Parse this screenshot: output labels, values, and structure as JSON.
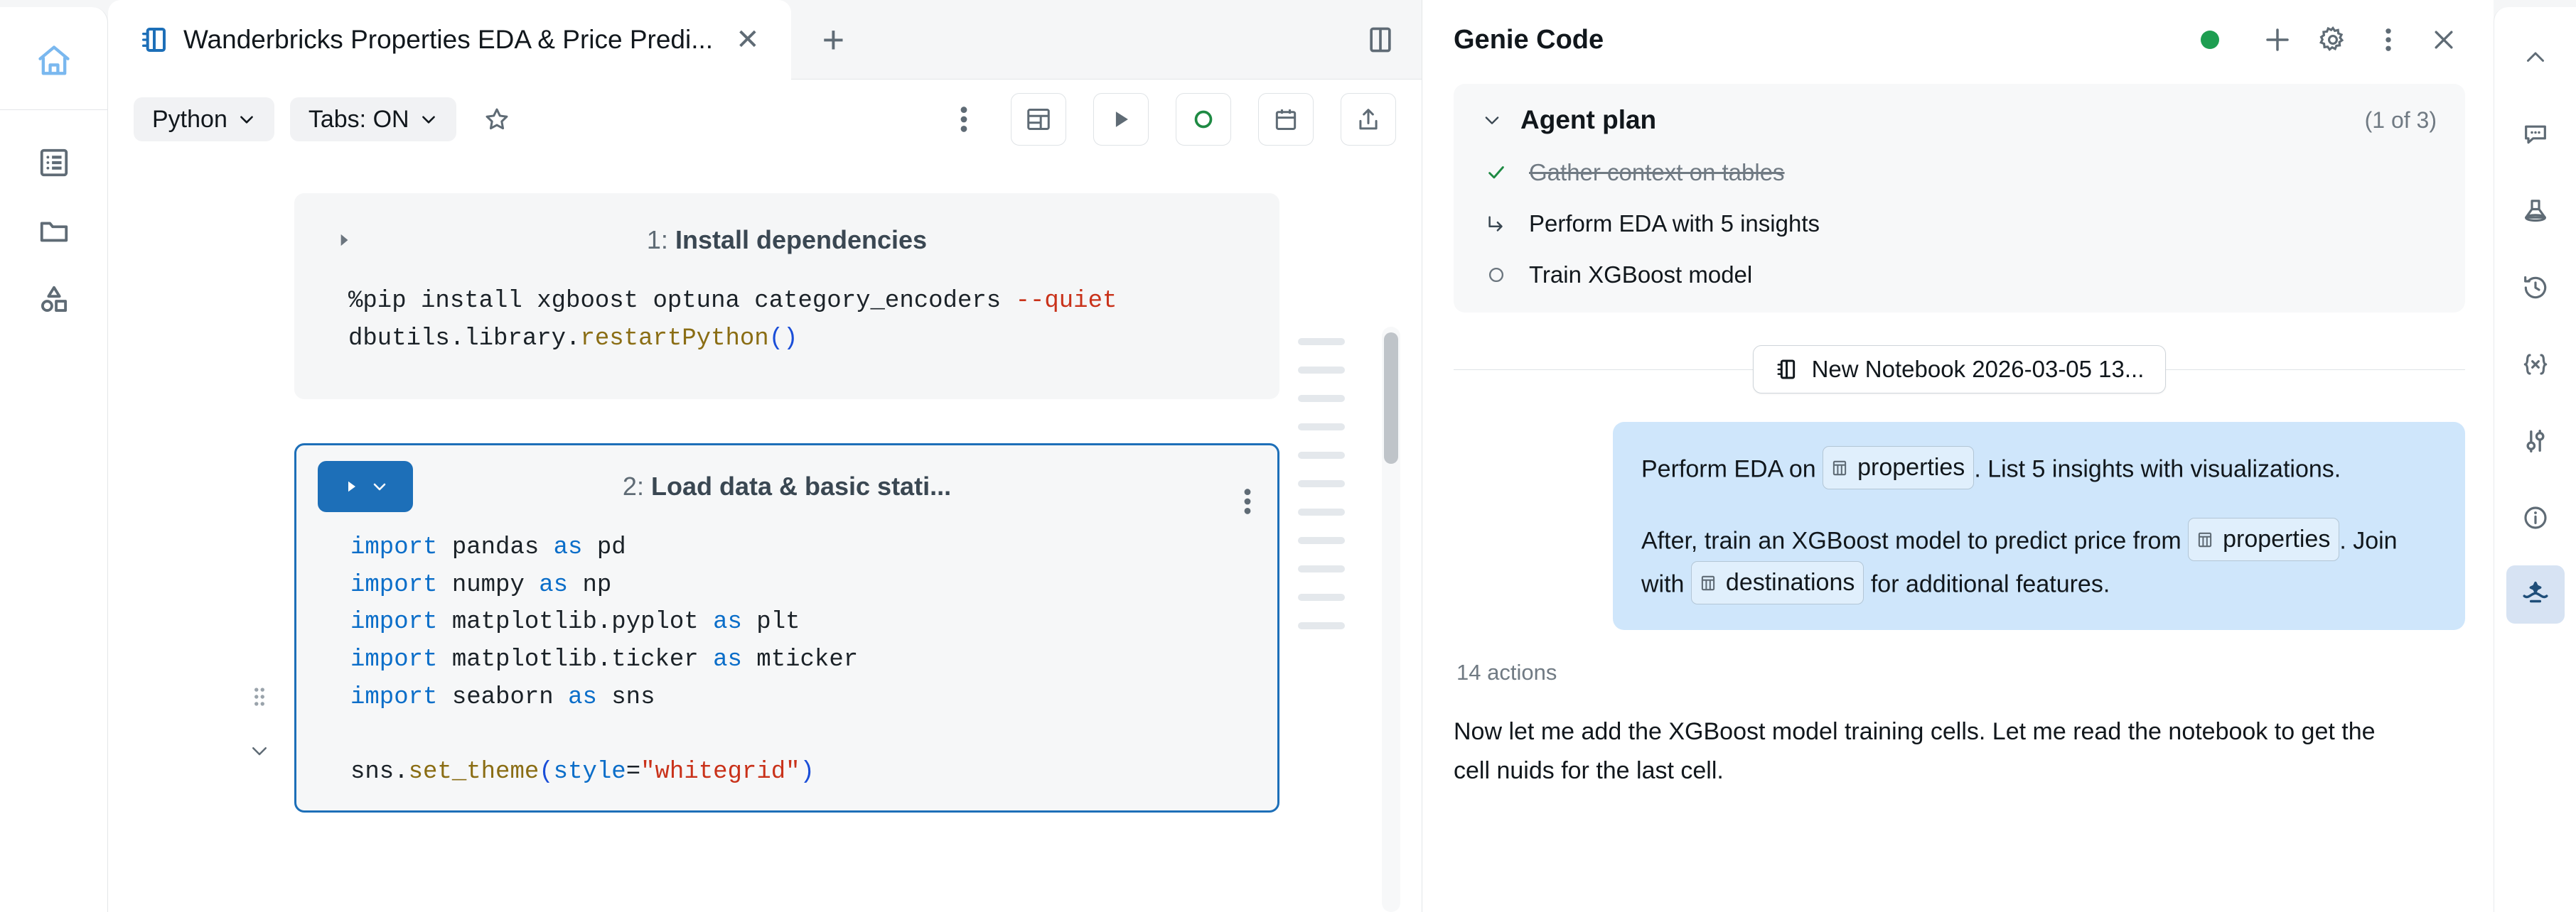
{
  "colors": {
    "accent_blue": "#1d6fb8",
    "status_green": "#1e9e51",
    "user_bubble": "#cfe6fb",
    "rail_active": "#d7e3f3",
    "home_icon": "#7ab8ef"
  },
  "left_rail": {
    "items": [
      {
        "name": "home-icon",
        "label": "Home"
      },
      {
        "name": "catalog-icon",
        "label": "Catalog"
      },
      {
        "name": "workspace-folder-icon",
        "label": "Workspace"
      },
      {
        "name": "shapes-icon",
        "label": "Models"
      }
    ]
  },
  "tabbar": {
    "tabs": [
      {
        "title": "Wanderbricks Properties EDA & Price Predi...",
        "icon": "notebook-icon",
        "close_label": "✕",
        "active": true
      }
    ],
    "new_tab_label": "+",
    "split_view_label": "Split view"
  },
  "toolbar": {
    "language": "Python",
    "tabs_setting": "Tabs: ON",
    "chevron": "∨",
    "star_label": "Favorite",
    "kebab_label": "More",
    "buttons": [
      {
        "name": "dashboard-icon",
        "label": "Dashboard"
      },
      {
        "name": "run-all-icon",
        "label": "Run all"
      },
      {
        "name": "compute-status-icon",
        "label": "Compute connected"
      },
      {
        "name": "schedule-icon",
        "label": "Schedule"
      },
      {
        "name": "share-icon",
        "label": "Share"
      }
    ]
  },
  "notebook": {
    "cells": [
      {
        "index": "1:",
        "title": "Install dependencies",
        "collapsed": true,
        "selected": false,
        "lines": [
          [
            {
              "t": "%pip install xgboost optuna category_encoders ",
              "c": "plain"
            },
            {
              "t": "--quiet",
              "c": "op"
            }
          ],
          [
            {
              "t": "dbutils.library.",
              "c": "plain"
            },
            {
              "t": "restartPython",
              "c": "fn"
            },
            {
              "t": "()",
              "c": "paren"
            }
          ]
        ]
      },
      {
        "index": "2:",
        "title": "Load data & basic stati...",
        "collapsed": false,
        "selected": true,
        "run_label": "▶",
        "run_chevron": "∨",
        "kebab_label": "Cell actions",
        "lines": [
          [
            {
              "t": "import",
              "c": "kw"
            },
            {
              "t": " pandas ",
              "c": "plain"
            },
            {
              "t": "as",
              "c": "kw"
            },
            {
              "t": " pd",
              "c": "plain"
            }
          ],
          [
            {
              "t": "import",
              "c": "kw"
            },
            {
              "t": " numpy ",
              "c": "plain"
            },
            {
              "t": "as",
              "c": "kw"
            },
            {
              "t": " np",
              "c": "plain"
            }
          ],
          [
            {
              "t": "import",
              "c": "kw"
            },
            {
              "t": " matplotlib.pyplot ",
              "c": "plain"
            },
            {
              "t": "as",
              "c": "kw"
            },
            {
              "t": " plt",
              "c": "plain"
            }
          ],
          [
            {
              "t": "import",
              "c": "kw"
            },
            {
              "t": " matplotlib.ticker ",
              "c": "plain"
            },
            {
              "t": "as",
              "c": "kw"
            },
            {
              "t": " mticker",
              "c": "plain"
            }
          ],
          [
            {
              "t": "import",
              "c": "kw"
            },
            {
              "t": " seaborn ",
              "c": "plain"
            },
            {
              "t": "as",
              "c": "kw"
            },
            {
              "t": " sns",
              "c": "plain"
            }
          ],
          [
            {
              "t": "",
              "c": "plain"
            }
          ],
          [
            {
              "t": "sns.",
              "c": "plain"
            },
            {
              "t": "set_theme",
              "c": "fn"
            },
            {
              "t": "(",
              "c": "paren"
            },
            {
              "t": "style",
              "c": "kw"
            },
            {
              "t": "=",
              "c": "plain"
            },
            {
              "t": "\"whitegrid\"",
              "c": "str"
            },
            {
              "t": ")",
              "c": "paren"
            }
          ]
        ]
      }
    ],
    "minimap_marks": 11
  },
  "genie": {
    "title": "Genie Code",
    "status": "connected",
    "header_icons": [
      {
        "name": "new-chat-icon",
        "label": "New chat"
      },
      {
        "name": "gear-icon",
        "label": "Settings"
      },
      {
        "name": "kebab-icon",
        "label": "More options"
      },
      {
        "name": "close-icon",
        "label": "Close"
      }
    ],
    "plan": {
      "title": "Agent plan",
      "count": "(1 of 3)",
      "collapse_chevron": "∨",
      "items": [
        {
          "label": "Gather context on tables",
          "state": "done",
          "icon": "check-icon"
        },
        {
          "label": "Perform EDA with 5 insights",
          "state": "current",
          "icon": "arrow-branch-icon"
        },
        {
          "label": "Train XGBoost model",
          "state": "pending",
          "icon": "circle-icon"
        }
      ]
    },
    "context_chip": {
      "label": "New Notebook 2026-03-05 13...",
      "icon": "notebook-icon"
    },
    "user_message": {
      "para1_a": "Perform EDA on",
      "table1": "properties",
      "para1_b": ". List 5 insights with visualizations.",
      "para2_a": "After, train an XGBoost model to predict price from",
      "table2": "properties",
      "para2_b": ". Join with",
      "table3": "destinations",
      "para2_c": "for additional features."
    },
    "actions_count": "14 actions",
    "agent_text": "Now let me add the XGBoost model training cells. Let me read the notebook to get the cell nuids for the last cell."
  },
  "right_rail": {
    "items": [
      {
        "name": "chevron-up-icon",
        "label": "Collapse",
        "active": false
      },
      {
        "name": "comment-icon",
        "label": "Comments",
        "active": false
      },
      {
        "name": "experiment-icon",
        "label": "Experiments",
        "active": false
      },
      {
        "name": "history-icon",
        "label": "Revision history",
        "active": false
      },
      {
        "name": "variables-icon",
        "label": "Variables",
        "active": false
      },
      {
        "name": "sliders-icon",
        "label": "Settings",
        "active": false
      },
      {
        "name": "info-icon",
        "label": "Info",
        "active": false
      },
      {
        "name": "assistant-icon",
        "label": "Assistant",
        "active": true
      }
    ]
  }
}
